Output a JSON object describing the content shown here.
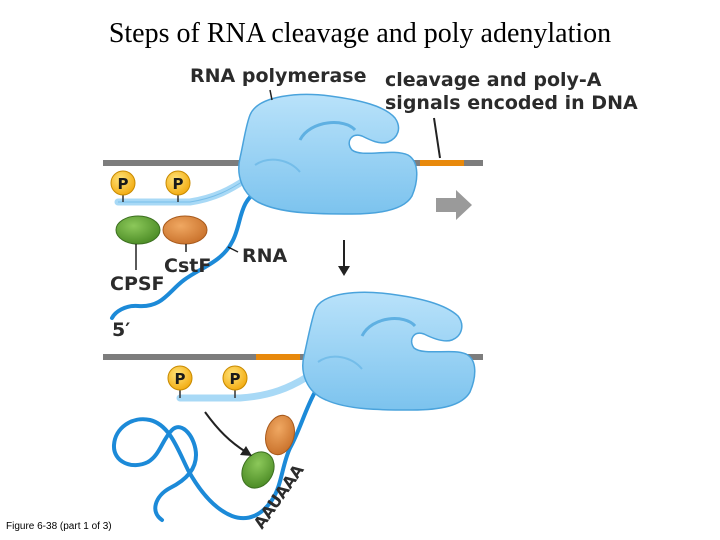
{
  "title": "Steps of RNA cleavage and poly adenylation",
  "caption": "Figure 6-38 (part 1 of 3)",
  "labels": {
    "rna_polymerase": "RNA polymerase",
    "signals_line1": "cleavage and poly-A",
    "signals_line2": "signals encoded in DNA",
    "rna": "RNA",
    "cstf": "CstF",
    "cpsf": "CPSF",
    "five_prime": "5′",
    "phosphate": "P",
    "aauaaa": "AAUAAA"
  },
  "colors": {
    "dna": "#7d7d7d",
    "signal": "#e8890c",
    "polymerase": "#8ecdf2",
    "polymerase_outline": "#4aa3dc",
    "rna": "#1c8ad8",
    "phosphate": "#f6b918",
    "cpsf": "#5fa032",
    "cstf": "#d8843a",
    "arrow": "#9a9a9a"
  }
}
